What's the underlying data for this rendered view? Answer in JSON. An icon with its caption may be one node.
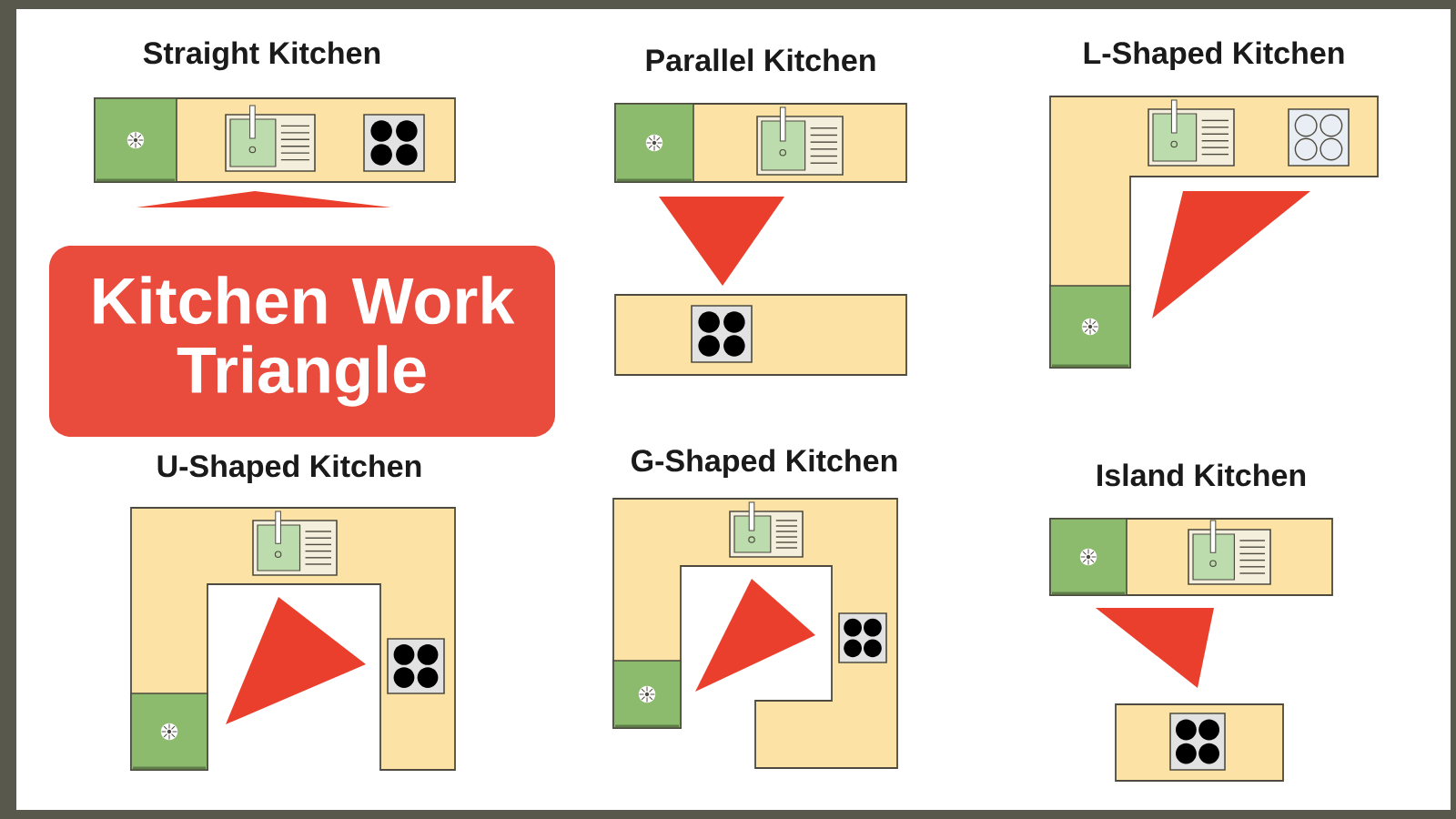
{
  "diagram": {
    "nodes": [
      {
        "text": [
          "Kitchen Work Triangle"
        ]
      }
    ],
    "labels": [
      "Straight Kitchen",
      "Parallel Kitchen",
      "L-Shaped Kitchen",
      "U-Shaped Kitchen",
      "G-Shaped Kitchen",
      "Island Kitchen"
    ]
  }
}
